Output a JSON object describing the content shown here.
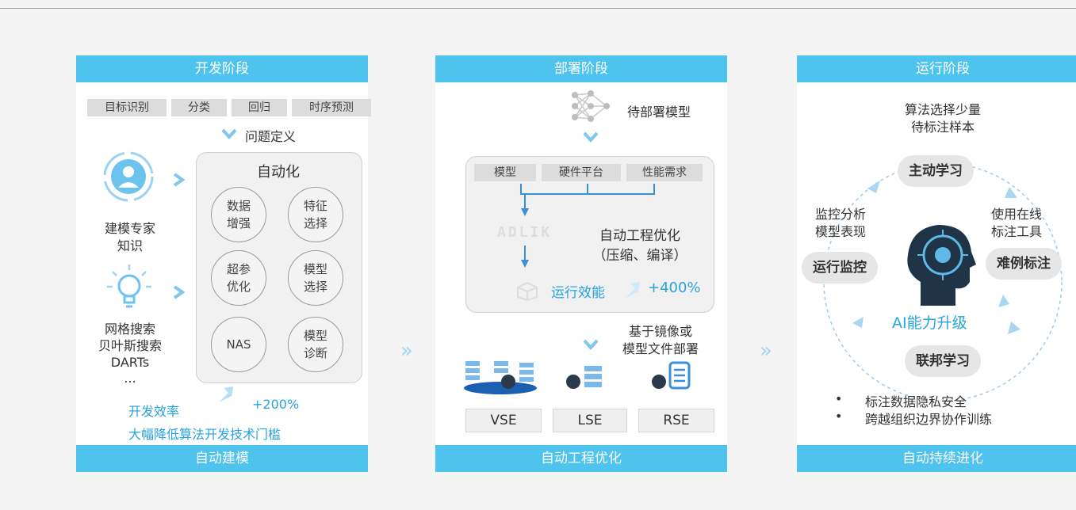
{
  "dev": {
    "header": "开发阶段",
    "footer": "自动建模",
    "tags": [
      "目标识别",
      "分类",
      "回归",
      "时序预测"
    ],
    "problem_def": "问题定义",
    "auto_title": "自动化",
    "circles": [
      "数据\n增强",
      "特征\n选择",
      "超参\n优化",
      "模型\n选择",
      "NAS",
      "模型\n诊断"
    ],
    "expert_label": "建模专家\n知识",
    "search_label": "网格搜索\n贝叶斯搜索\nDARTs\n...",
    "efficiency_label": "开发效率",
    "efficiency_value": "+200%",
    "lower_barrier": "大幅降低算法开发技术门槛"
  },
  "dep": {
    "header": "部署阶段",
    "footer": "自动工程优化",
    "model_label": "待部署模型",
    "tags": [
      "模型",
      "硬件平台",
      "性能需求"
    ],
    "engine_logo": "ADLIK",
    "opt_label": "自动工程优化\n（压缩、编译）",
    "run_eff_label": "运行效能",
    "run_eff_value": "+400%",
    "deploy_label": "基于镜像或\n模型文件部署",
    "targets": [
      "VSE",
      "LSE",
      "RSE"
    ]
  },
  "run": {
    "header": "运行阶段",
    "footer": "自动持续进化",
    "select_label": "算法选择少量\n待标注样本",
    "active_learning": "主动学习",
    "online_label": "使用在线\n标注工具",
    "hard_label": "难例标注",
    "fed_learning": "联邦学习",
    "monitor": "运行监控",
    "monitor_label": "监控分析\n模型表现",
    "ai_upgrade": "AI能力升级",
    "bullets": [
      "标注数据隐私安全",
      "跨越组织边界协作训练"
    ]
  },
  "colors": {
    "accent": "#4ec3ee",
    "blue_text": "#25a4e0"
  }
}
